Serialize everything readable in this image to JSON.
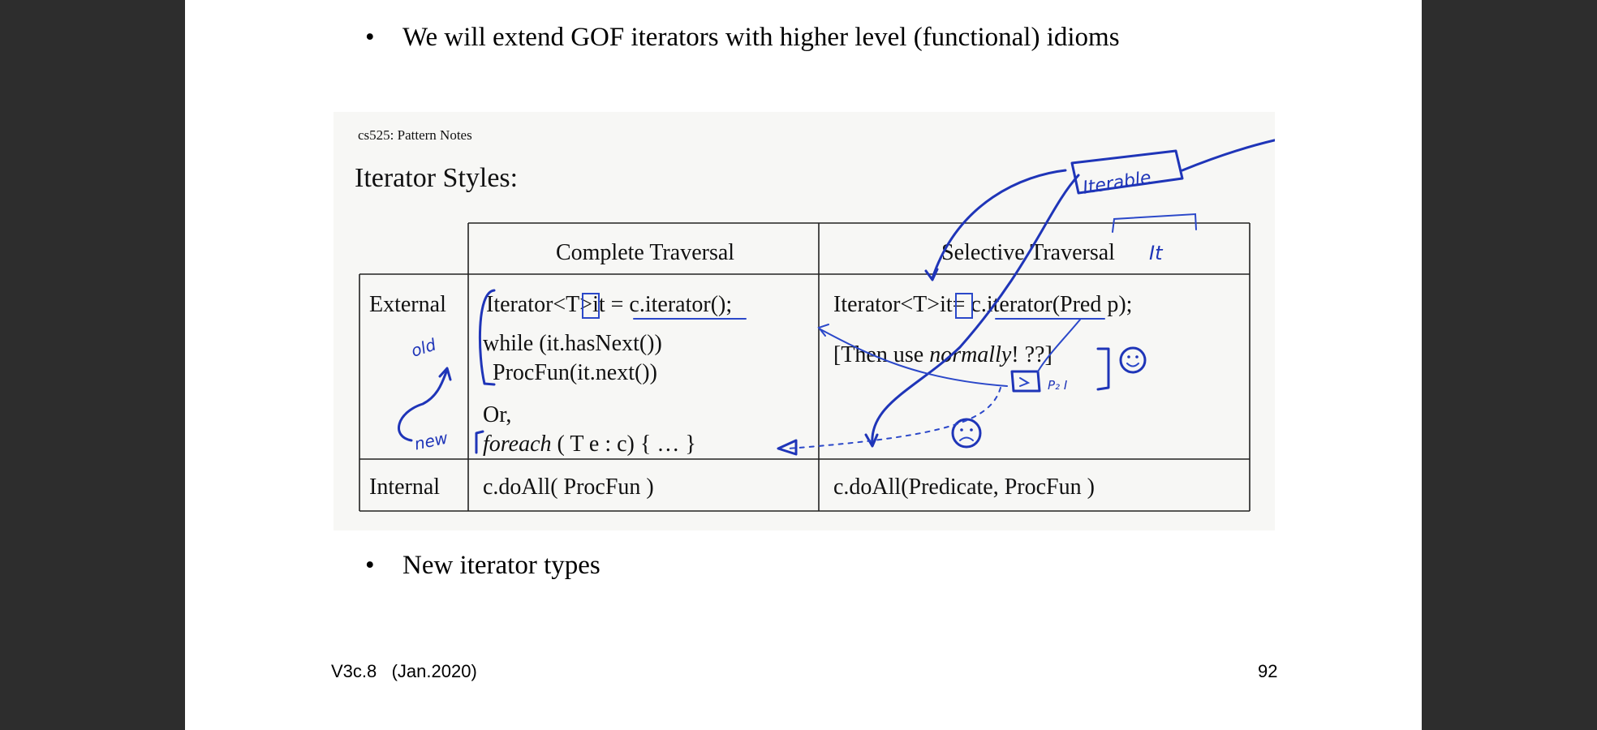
{
  "bullets": [
    {
      "symbol": "•",
      "text": "We will extend GOF iterators with higher level (functional) idioms"
    },
    {
      "symbol": "•",
      "text": "New iterator types"
    }
  ],
  "figure": {
    "course_label": "cs525: Pattern Notes",
    "heading": "Iterator Styles:",
    "table": {
      "columns": [
        "Complete Traversal",
        "Selective Traversal"
      ],
      "rows": [
        {
          "label": "External",
          "complete": {
            "line1_a": "Iterator<T>",
            "line1_it": "it",
            "line1_b": " = c.iterator();",
            "line2": "while (it.hasNext())",
            "line3": "ProcFun(it.next())",
            "line4": "Or,",
            "line5_kw": "foreach",
            "line5_rest": " ( T e : c) { … }"
          },
          "selective": {
            "line1_a": "Iterator<T>",
            "line1_it": "it",
            "line1_b": "= c.iterator(Pred  p);",
            "line2_a": "[Then use ",
            "line2_em": "normally",
            "line2_b": "! ??]"
          }
        },
        {
          "label": "Internal",
          "complete": "c.doAll( ProcFun )",
          "selective": "c.doAll(Predicate, ProcFun )"
        }
      ]
    },
    "annotations": {
      "iterable": "Iterable",
      "it_mark": "It",
      "old": "old",
      "new": "new",
      "p_i": "P₂ I"
    },
    "ink_color": "#1f35b8"
  },
  "footer": {
    "version": "V3c.8   (Jan.2020)",
    "page": "92"
  }
}
